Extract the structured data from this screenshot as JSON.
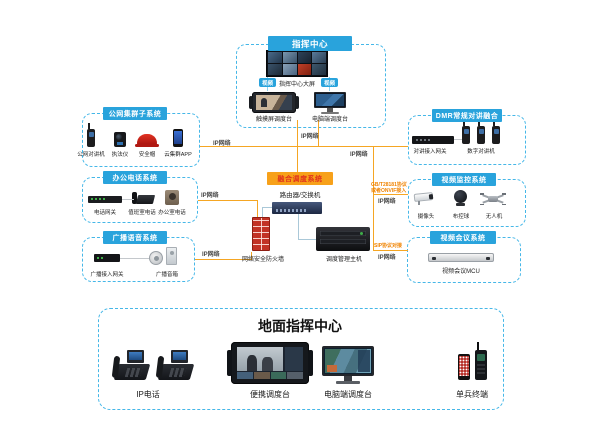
{
  "colors": {
    "box_border": "#45b7e8",
    "banner_blue": "#29a3dc",
    "banner_orange_bg": "#f7a11a",
    "banner_orange_text": "#e0301e",
    "line_orange": "#f5a623"
  },
  "command_center": {
    "title": "指挥中心",
    "screen_label": "指挥中心大屏",
    "video_tag": "视频",
    "console_touch": "触摸屏调度台",
    "console_pc": "电脑端调度台"
  },
  "public_cluster": {
    "title": "公网集群子系统",
    "items": [
      "公网对讲机",
      "执法仪",
      "安全帽",
      "云集群APP"
    ]
  },
  "office_phone": {
    "title": "办公电话系统",
    "items": [
      "电话网关",
      "值班室电话",
      "办公室电话"
    ]
  },
  "broadcast": {
    "title": "广播语音系统",
    "items": [
      "广播接入网关",
      "广播音箱"
    ]
  },
  "fusion": {
    "title": "融合调度系统",
    "router": "路由器/交换机",
    "firewall": "网络安全防火墙",
    "server": "调度管理主机"
  },
  "dmr": {
    "title": "DMR常规对讲融合",
    "gateway": "对讲接入网关",
    "radios": "数字对讲机"
  },
  "monitor": {
    "title": "视频监控系统",
    "items": [
      "摄像头",
      "布控球",
      "无人机"
    ]
  },
  "conference": {
    "title": "视频会议系统",
    "mcu": "视频会议MCU"
  },
  "ground": {
    "title": "地面指挥中心",
    "items": [
      "IP电话",
      "便携调度台",
      "电脑端调度台",
      "单兵终端"
    ]
  },
  "links": {
    "ip_network": "IP网络",
    "protocol_gb_line1": "GB/T28181协议",
    "protocol_gb_line2": "或者ONVIF接入",
    "protocol_sip": "SIP协议对接"
  }
}
